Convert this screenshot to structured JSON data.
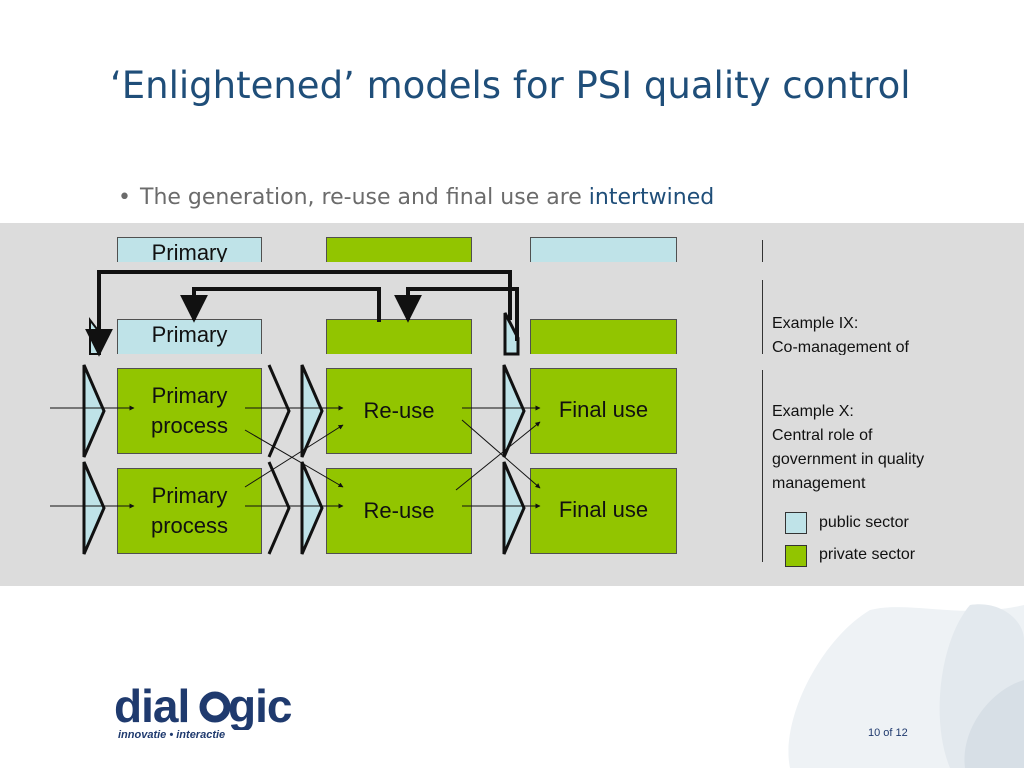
{
  "slide": {
    "title": "‘Enlightened’ models for PSI quality control",
    "bullet_text": "The generation, re-use and final use are ",
    "bullet_highlight": "intertwined",
    "page_number": "10 of 12"
  },
  "diagram": {
    "box_primary": "Primary process",
    "box_primary_partial": "Primary",
    "box_reuse": "Re-use",
    "box_final": "Final use",
    "example_ix": [
      "Example IX:",
      "Co-management of"
    ],
    "example_x": [
      "Example X:",
      "Central role of",
      "government in quality",
      "management"
    ]
  },
  "legend": {
    "public": "public sector",
    "private": "private sector"
  },
  "logo": {
    "name": "dialogic",
    "tagline": "innovatie • interactie"
  },
  "colors": {
    "title": "#1f4e79",
    "private_green": "#92c500",
    "public_blue": "#bfe3e8",
    "band": "#dcdcdc"
  }
}
